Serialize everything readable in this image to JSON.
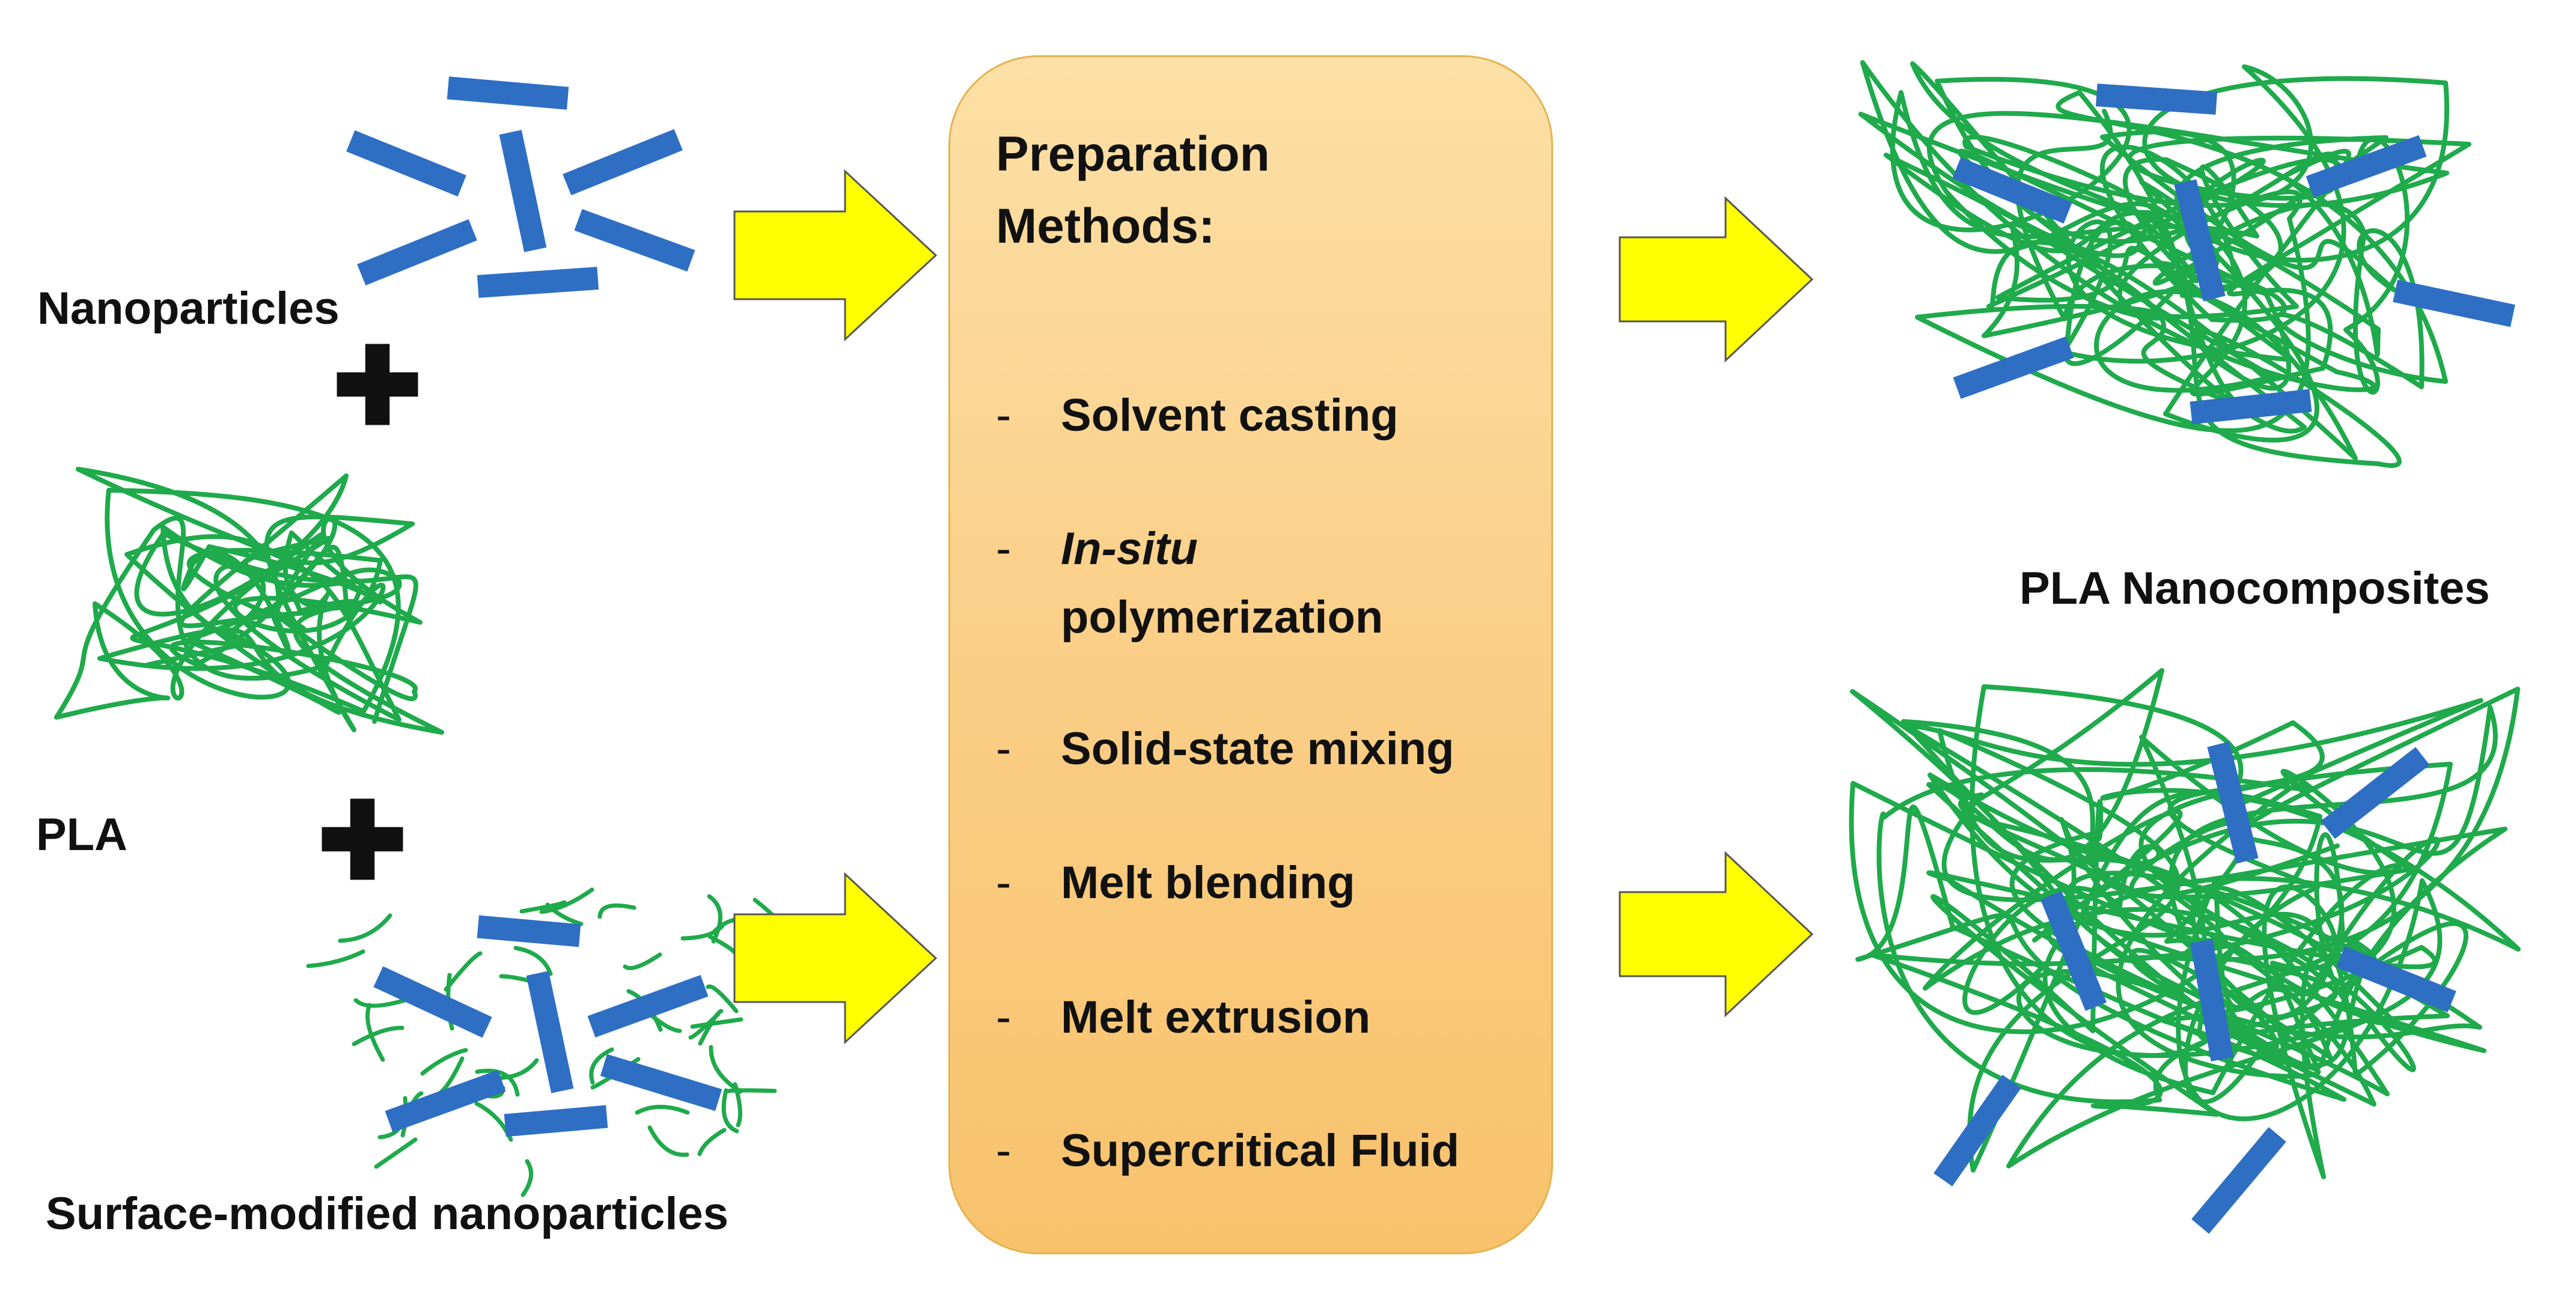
{
  "labels": {
    "nanoparticles": "Nanoparticles",
    "pla": "PLA",
    "surface_modified": "Surface-modified nanoparticles",
    "pla_nanocomposites": "PLA Nanocomposites"
  },
  "methods": {
    "title": "Preparation Methods:",
    "items": [
      "Solvent casting",
      "In-situ polymerization",
      "Solid-state mixing",
      "Melt blending",
      "Melt extrusion",
      "Supercritical Fluid"
    ],
    "in_situ_italic": "In-situ",
    "in_situ_rest": "polymerization",
    "dash": "-"
  },
  "colors": {
    "nanoparticle": "#2e6fc4",
    "polymer_chain": "#1faa4b",
    "arrow": "#ffff00",
    "box_fill": "#fbd08a",
    "plus": "#111111"
  }
}
